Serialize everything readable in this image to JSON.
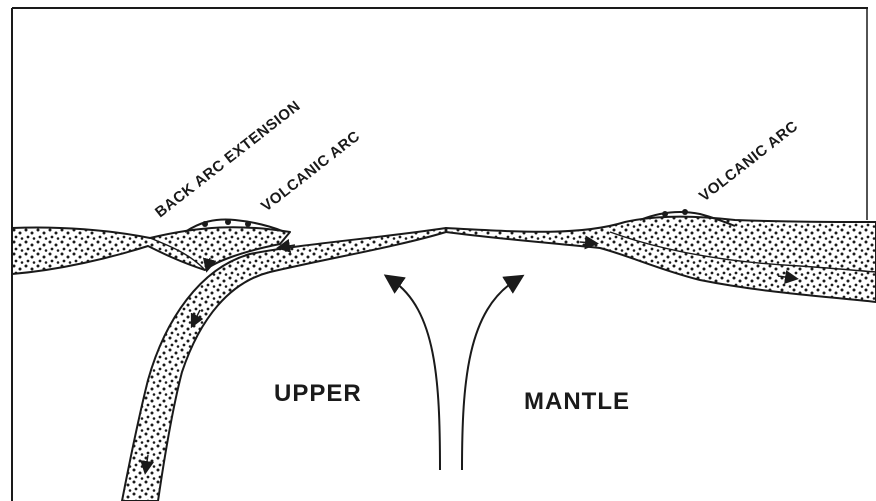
{
  "labels": {
    "back_arc_extension": "BACK ARC EXTENSION",
    "volcanic_arc_left": "VOLCANIC ARC",
    "volcanic_arc_right": "VOLCANIC ARC",
    "upper": "UPPER",
    "mantle": "MANTLE"
  },
  "colors": {
    "ink": "#1a1a1a",
    "background": "#ffffff"
  }
}
